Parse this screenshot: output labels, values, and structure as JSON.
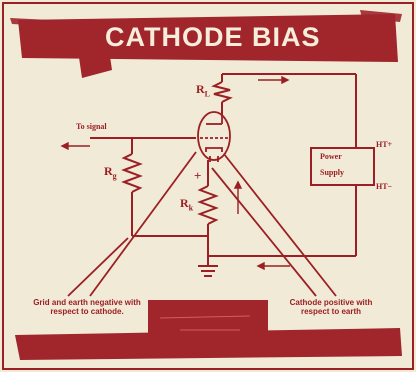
{
  "title": "CATHODE BIAS",
  "labels": {
    "rl": "R",
    "rl_sub": "L",
    "rg": "R",
    "rg_sub": "g",
    "rk": "R",
    "rk_sub": "k",
    "plus": "+",
    "minus": "−",
    "to_signal": "To signal",
    "ht_plus": "HT+",
    "ht_minus": "HT−",
    "power_supply_line1": "Power",
    "power_supply_line2": "Supply"
  },
  "notes": {
    "left": "Grid and earth negative with respect to cathode.",
    "right": "Cathode positive with respect to earth"
  },
  "colors": {
    "ink": "#9b1f24",
    "paper": "#f1ead6",
    "banner_text": "#f6eddb"
  }
}
